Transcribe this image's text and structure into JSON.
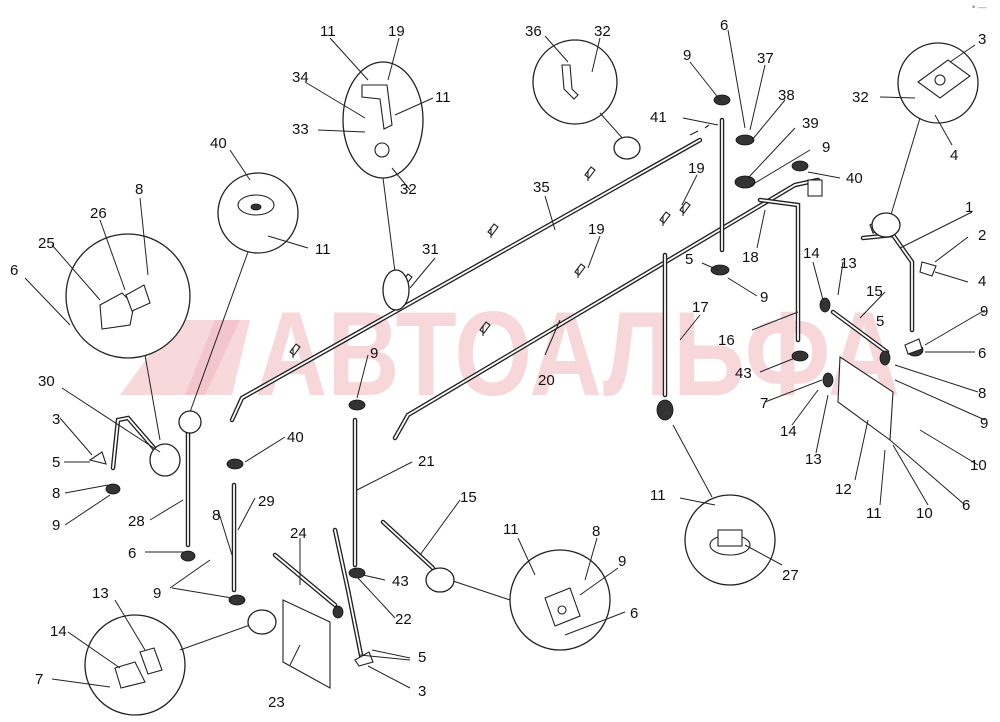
{
  "watermark": {
    "text": "АВТОАЛЬФА",
    "color": "#e8a0a6"
  },
  "corner_mark": "• —",
  "callouts": [
    {
      "text": "11"
    },
    {
      "text": "19"
    },
    {
      "text": "34"
    },
    {
      "text": "11"
    },
    {
      "text": "33"
    },
    {
      "text": "32"
    },
    {
      "text": "36"
    },
    {
      "text": "32"
    },
    {
      "text": "9"
    },
    {
      "text": "6"
    },
    {
      "text": "37"
    },
    {
      "text": "38"
    },
    {
      "text": "41"
    },
    {
      "text": "39"
    },
    {
      "text": "9"
    },
    {
      "text": "40"
    },
    {
      "text": "3"
    },
    {
      "text": "32"
    },
    {
      "text": "4"
    },
    {
      "text": "40"
    },
    {
      "text": "11"
    },
    {
      "text": "35"
    },
    {
      "text": "19"
    },
    {
      "text": "8"
    },
    {
      "text": "26"
    },
    {
      "text": "25"
    },
    {
      "text": "31"
    },
    {
      "text": "19"
    },
    {
      "text": "18"
    },
    {
      "text": "1"
    },
    {
      "text": "2"
    },
    {
      "text": "4"
    },
    {
      "text": "6"
    },
    {
      "text": "5"
    },
    {
      "text": "9"
    },
    {
      "text": "14"
    },
    {
      "text": "13"
    },
    {
      "text": "15"
    },
    {
      "text": "17"
    },
    {
      "text": "16"
    },
    {
      "text": "20"
    },
    {
      "text": "5"
    },
    {
      "text": "9"
    },
    {
      "text": "6"
    },
    {
      "text": "43"
    },
    {
      "text": "8"
    },
    {
      "text": "9"
    },
    {
      "text": "7"
    },
    {
      "text": "14"
    },
    {
      "text": "13"
    },
    {
      "text": "30"
    },
    {
      "text": "3"
    },
    {
      "text": "5"
    },
    {
      "text": "8"
    },
    {
      "text": "9"
    },
    {
      "text": "28"
    },
    {
      "text": "9"
    },
    {
      "text": "40"
    },
    {
      "text": "21"
    },
    {
      "text": "10"
    },
    {
      "text": "12"
    },
    {
      "text": "6"
    },
    {
      "text": "11"
    },
    {
      "text": "10"
    },
    {
      "text": "8"
    },
    {
      "text": "29"
    },
    {
      "text": "6"
    },
    {
      "text": "9"
    },
    {
      "text": "24"
    },
    {
      "text": "15"
    },
    {
      "text": "11"
    },
    {
      "text": "8"
    },
    {
      "text": "9"
    },
    {
      "text": "43"
    },
    {
      "text": "22"
    },
    {
      "text": "13"
    },
    {
      "text": "14"
    },
    {
      "text": "7"
    },
    {
      "text": "6"
    },
    {
      "text": "5"
    },
    {
      "text": "23"
    },
    {
      "text": "3"
    },
    {
      "text": "11"
    },
    {
      "text": "27"
    }
  ]
}
